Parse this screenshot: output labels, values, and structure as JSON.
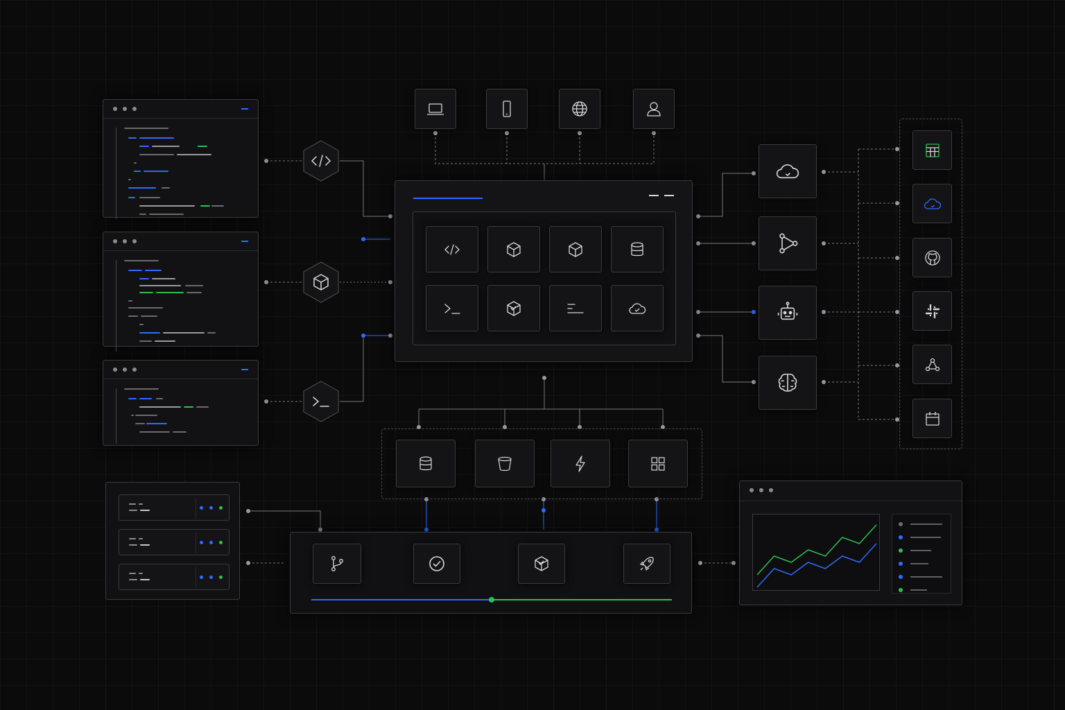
{
  "diagram": {
    "nodes": [
      {
        "id": "code-editor-1",
        "kind": "window"
      },
      {
        "id": "code-editor-2",
        "kind": "window"
      },
      {
        "id": "code-editor-3",
        "kind": "window"
      },
      {
        "id": "code-hex",
        "icon": "code-icon"
      },
      {
        "id": "package-hex",
        "icon": "package-icon"
      },
      {
        "id": "terminal-hex",
        "icon": "terminal-icon"
      },
      {
        "id": "laptop",
        "icon": "laptop-icon"
      },
      {
        "id": "mobile",
        "icon": "mobile-icon"
      },
      {
        "id": "web",
        "icon": "globe-icon"
      },
      {
        "id": "user",
        "icon": "user-icon"
      },
      {
        "id": "core-platform",
        "kind": "window"
      },
      {
        "id": "cloud-service",
        "icon": "cloud-icon"
      },
      {
        "id": "workflow-graph",
        "icon": "graph-icon"
      },
      {
        "id": "ai-agent",
        "icon": "robot-icon"
      },
      {
        "id": "ml-model",
        "icon": "brain-icon"
      },
      {
        "id": "integrations",
        "kind": "group"
      },
      {
        "id": "storage-group",
        "kind": "group"
      },
      {
        "id": "server-rack",
        "kind": "rack"
      },
      {
        "id": "ci-cd-pipeline",
        "kind": "pipeline"
      },
      {
        "id": "analytics-dashboard",
        "kind": "window"
      }
    ],
    "platform_modules": [
      "code-icon",
      "package-icon",
      "package-icon",
      "database-icon",
      "terminal-icon",
      "box-icon",
      "text-lines-icon",
      "cloud-icon"
    ],
    "integration_icons": [
      "spreadsheet-icon",
      "cloud-icon",
      "github-icon",
      "slack-icon",
      "webhook-icon",
      "calendar-icon"
    ],
    "storage_icons": [
      "database-icon",
      "bucket-icon",
      "lightning-icon",
      "grid-icon"
    ],
    "pipeline_steps": [
      "branch-icon",
      "check-icon",
      "box-icon",
      "rocket-icon"
    ],
    "pipeline_progress": 0.5,
    "colors": {
      "accent_blue": "#2f6bff",
      "accent_green": "#2fbf4f",
      "border": "#3a3a3e",
      "line": "#8a8a90"
    }
  },
  "chart_data": {
    "type": "line",
    "x": [
      0,
      1,
      2,
      3,
      4,
      5,
      6,
      7
    ],
    "series": [
      {
        "values": [
          2,
          5,
          4,
          6,
          5,
          8,
          7,
          10
        ],
        "color": "#2fbf4f"
      },
      {
        "values": [
          0,
          3,
          2,
          4,
          3,
          5,
          4,
          7
        ],
        "color": "#2f6bff"
      }
    ],
    "ylim": [
      0,
      11
    ],
    "grid": false,
    "legend": "right"
  }
}
